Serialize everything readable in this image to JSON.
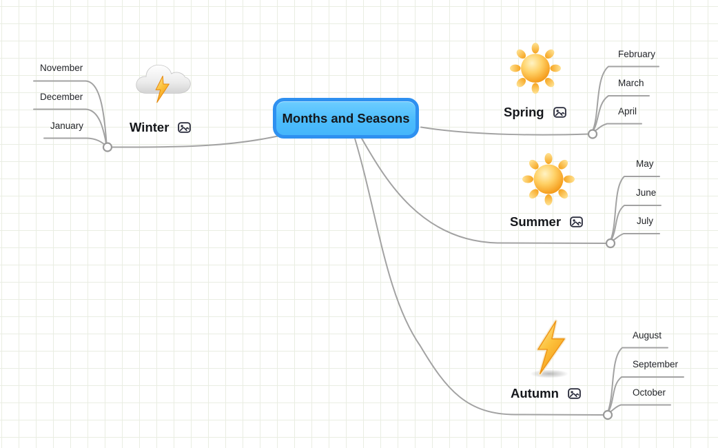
{
  "app": {
    "type": "mind-map"
  },
  "root": {
    "label": "Months and Seasons"
  },
  "branches": [
    {
      "id": "winter",
      "label": "Winter",
      "weather_icon": "storm-cloud-emoji",
      "months": [
        "November",
        "December",
        "January"
      ]
    },
    {
      "id": "spring",
      "label": "Spring",
      "weather_icon": "sun-emoji",
      "months": [
        "February",
        "March",
        "April"
      ]
    },
    {
      "id": "summer",
      "label": "Summer",
      "weather_icon": "sun-emoji",
      "months": [
        "May",
        "June",
        "July"
      ]
    },
    {
      "id": "autumn",
      "label": "Autumn",
      "weather_icon": "lightning-bolt-emoji",
      "months": [
        "August",
        "September",
        "October"
      ]
    }
  ],
  "colors": {
    "root_fill": "#4cbcfc",
    "root_border": "#2e90f0",
    "connector": "#a2a2a2",
    "grid_line": "#e9ede2",
    "label_text": "#15171b",
    "attachment_icon": "#2c2e3e",
    "sun_orange": "#f7a629",
    "bolt_orange": "#f59a17"
  }
}
